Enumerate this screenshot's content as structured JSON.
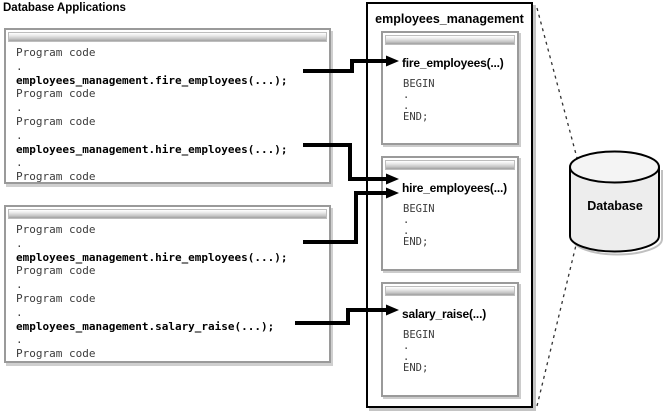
{
  "diagram_title": "Database Applications",
  "applications": [
    {
      "lines": [
        {
          "text": "Program code",
          "bold": false
        },
        {
          "text": ".",
          "bold": false
        },
        {
          "text": "employees_management.fire_employees(...);",
          "bold": true
        },
        {
          "text": "Program code",
          "bold": false
        },
        {
          "text": ".",
          "bold": false
        },
        {
          "text": "Program code",
          "bold": false
        },
        {
          "text": ".",
          "bold": false
        },
        {
          "text": "employees_management.hire_employees(...);",
          "bold": true
        },
        {
          "text": ".",
          "bold": false
        },
        {
          "text": "Program code",
          "bold": false
        }
      ]
    },
    {
      "lines": [
        {
          "text": "Program code",
          "bold": false
        },
        {
          "text": ".",
          "bold": false
        },
        {
          "text": "employees_management.hire_employees(...);",
          "bold": true
        },
        {
          "text": "Program code",
          "bold": false
        },
        {
          "text": ".",
          "bold": false
        },
        {
          "text": "Program code",
          "bold": false
        },
        {
          "text": ".",
          "bold": false
        },
        {
          "text": "employees_management.salary_raise(...);",
          "bold": true
        },
        {
          "text": ".",
          "bold": false
        },
        {
          "text": "Program code",
          "bold": false
        }
      ]
    }
  ],
  "package": {
    "title": "employees_management",
    "subprograms": [
      {
        "name": "fire_employees(...)",
        "body": [
          "BEGIN",
          ".",
          ".",
          "END;"
        ]
      },
      {
        "name": "hire_employees(...)",
        "body": [
          "BEGIN",
          ".",
          ".",
          "END;"
        ]
      },
      {
        "name": "salary_raise(...)",
        "body": [
          "BEGIN",
          ".",
          ".",
          "END;"
        ]
      }
    ]
  },
  "database": {
    "label": "Database"
  },
  "connections": [
    {
      "from": "app1: employees_management.fire_employees(...);",
      "to": "fire_employees(...)"
    },
    {
      "from": "app1: employees_management.hire_employees(...);",
      "to": "hire_employees(...)"
    },
    {
      "from": "app2: employees_management.hire_employees(...);",
      "to": "hire_employees(...)"
    },
    {
      "from": "app2: employees_management.salary_raise(...);",
      "to": "salary_raise(...)"
    }
  ],
  "colors": {
    "panel_border": "#9a9a9a",
    "package_border": "#000000",
    "arrow": "#000000",
    "cylinder_fill": "#ededed",
    "shadow": "#c4c4c4"
  }
}
